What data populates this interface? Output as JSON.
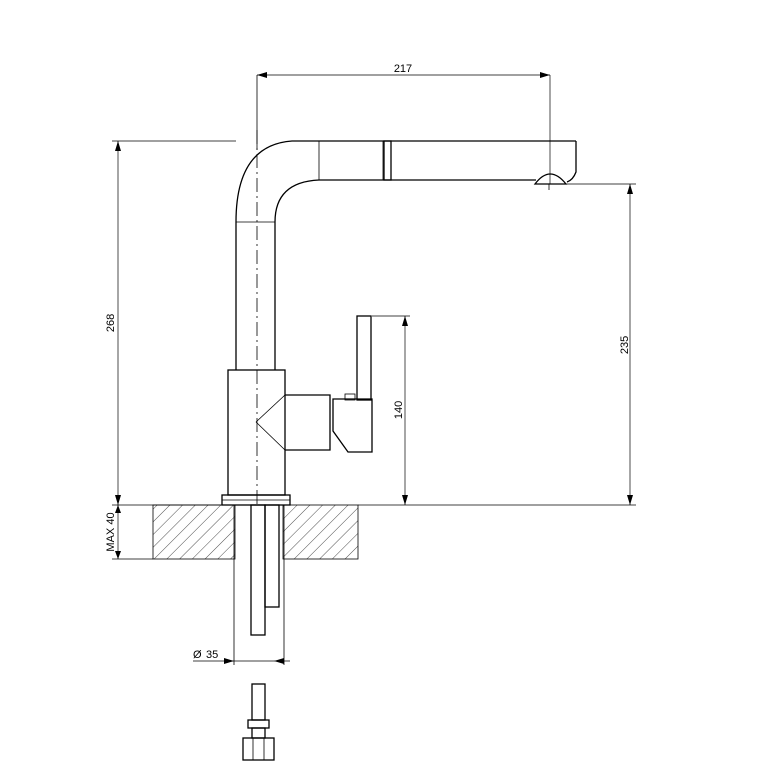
{
  "dimensions": {
    "spout_reach": "217",
    "total_height": "268",
    "spout_height": "235",
    "lever_height": "140",
    "max_worktop_thickness": "MAX 40",
    "hole_diameter": "35",
    "diameter_symbol": "Ø"
  }
}
